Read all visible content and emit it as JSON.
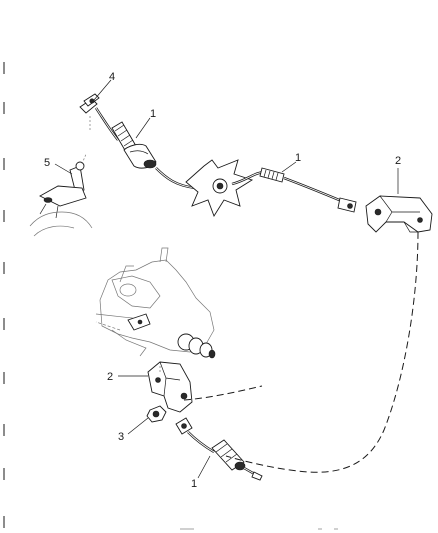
{
  "diagram": {
    "callouts": [
      {
        "id": "c4",
        "text": "4"
      },
      {
        "id": "c1a",
        "text": "1"
      },
      {
        "id": "c5",
        "text": "5"
      },
      {
        "id": "c1b",
        "text": "1"
      },
      {
        "id": "c2a",
        "text": "2"
      },
      {
        "id": "c2b",
        "text": "2"
      },
      {
        "id": "c3",
        "text": "3"
      },
      {
        "id": "c1c",
        "text": "1"
      }
    ]
  }
}
